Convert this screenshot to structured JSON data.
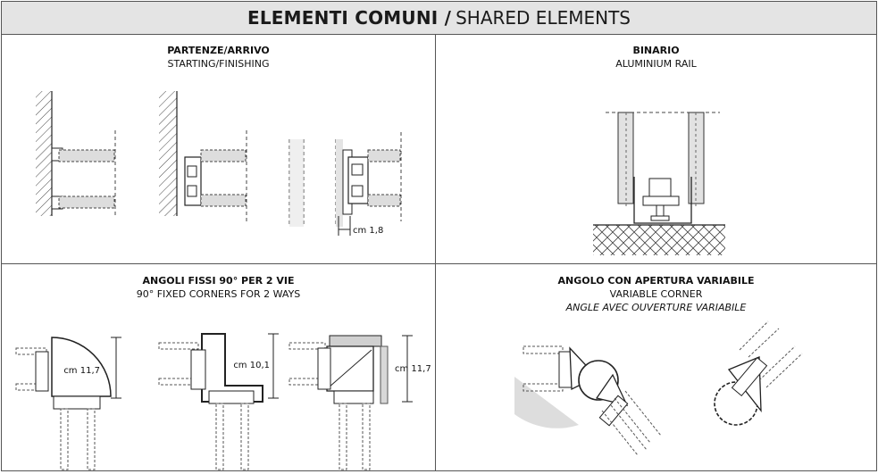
{
  "header": {
    "title_bold": "ELEMENTI COMUNI /",
    "title_normal": "SHARED ELEMENTS"
  },
  "panels": [
    {
      "title": "PARTENZE/ARRIVO",
      "subtitle": "STARTING/FINISHING",
      "dimension": "cm 1,8"
    },
    {
      "title": "BINARIO",
      "subtitle": "ALUMINIUM RAIL"
    },
    {
      "title": "ANGOLI FISSI 90° PER 2 VIE",
      "subtitle": "90° FIXED CORNERS FOR 2 WAYS",
      "dimensions": [
        "cm 11,7",
        "cm 10,1",
        "cm 11,7"
      ]
    },
    {
      "title": "ANGOLO CON APERTURA VARIABILE",
      "subtitle": "VARIABLE CORNER",
      "subtitle_italic": "ANGLE AVEC OUVERTURE VARIABILE"
    }
  ]
}
